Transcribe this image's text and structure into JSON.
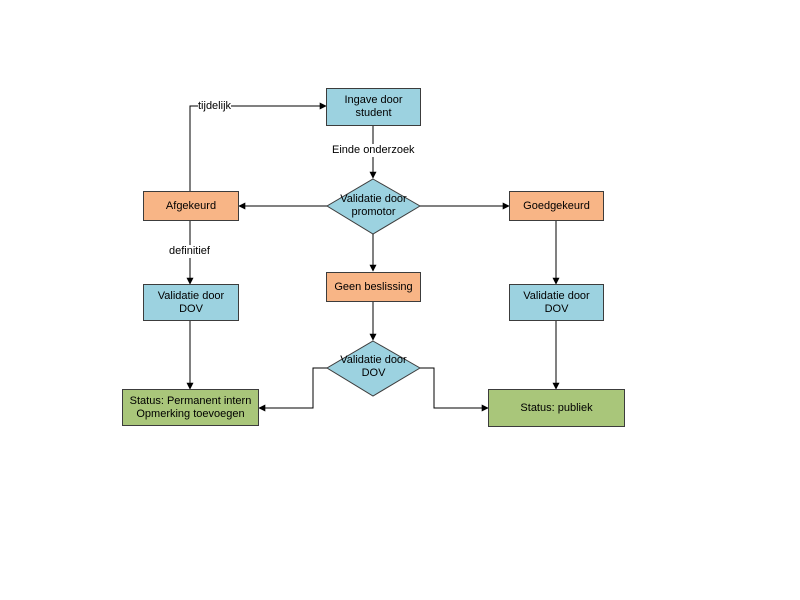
{
  "nodes": {
    "ingave": "Ingave door\nstudent",
    "validatie_promotor": "Validatie door\npromotor",
    "afgekeurd": "Afgekeurd",
    "goedgekeurd": "Goedgekeurd",
    "geen_beslissing": "Geen beslissing",
    "validatie_dov_left": "Validatie door\nDOV",
    "validatie_dov_right": "Validatie door\nDOV",
    "validatie_dov_center": "Validatie door\nDOV",
    "status_intern": "Status: Permanent intern\nOpmerking toevoegen",
    "status_publiek": "Status: publiek"
  },
  "edge_labels": {
    "tijdelijk": "tijdelijk",
    "einde_onderzoek": "Einde onderzoek",
    "definitief": "definitief"
  },
  "colors": {
    "blue": "#9cd2e0",
    "orange": "#f8b586",
    "green": "#a9c67a",
    "line": "#000000"
  }
}
